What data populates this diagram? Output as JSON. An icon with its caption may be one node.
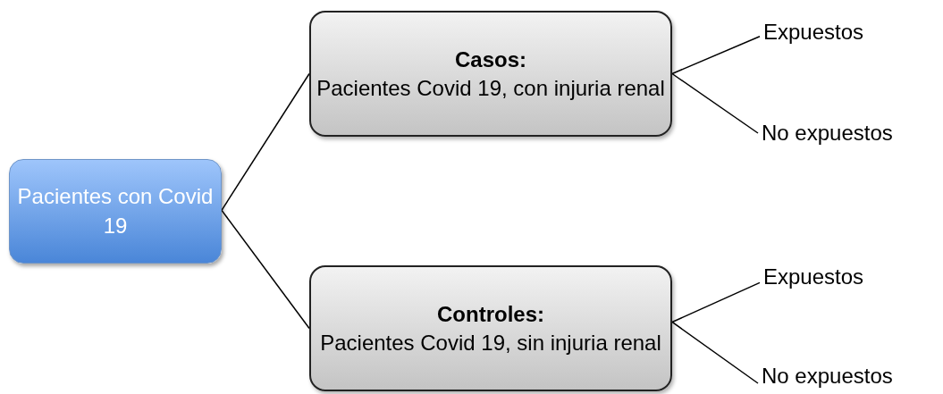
{
  "diagram": {
    "nodes": [
      {
        "text": [
          "Pacientes con Covid 19"
        ]
      },
      {
        "text": [
          "Casos:",
          "Pacientes Covid 19, con injuria renal"
        ]
      },
      {
        "text": [
          "Controles:",
          "Pacientes Covid 19, sin injuria renal"
        ]
      },
      {
        "text": [
          "Expuestos"
        ]
      },
      {
        "text": [
          "No expuestos"
        ]
      },
      {
        "text": [
          "Expuestos"
        ]
      },
      {
        "text": [
          "No expuestos"
        ]
      }
    ],
    "edges": [
      {
        "from": 0,
        "to": 1,
        "arrow": "none"
      },
      {
        "from": 0,
        "to": 2,
        "arrow": "none"
      },
      {
        "from": 1,
        "to": 3,
        "arrow": "none"
      },
      {
        "from": 1,
        "to": 4,
        "arrow": "none"
      },
      {
        "from": 2,
        "to": 5,
        "arrow": "none"
      },
      {
        "from": 2,
        "to": 6,
        "arrow": "none"
      }
    ]
  }
}
